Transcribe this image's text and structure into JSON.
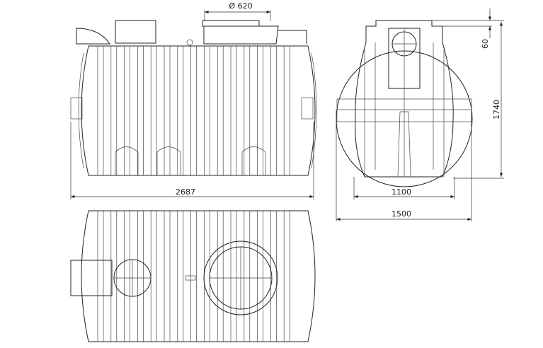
{
  "drawing": {
    "dimensions": {
      "opening_diameter": "Ø 620",
      "length": "2687",
      "base_width": "1100",
      "width": "1500",
      "height": "1740",
      "neck_height": "60"
    },
    "colors": {
      "line": "#222222",
      "background": "#ffffff"
    }
  }
}
